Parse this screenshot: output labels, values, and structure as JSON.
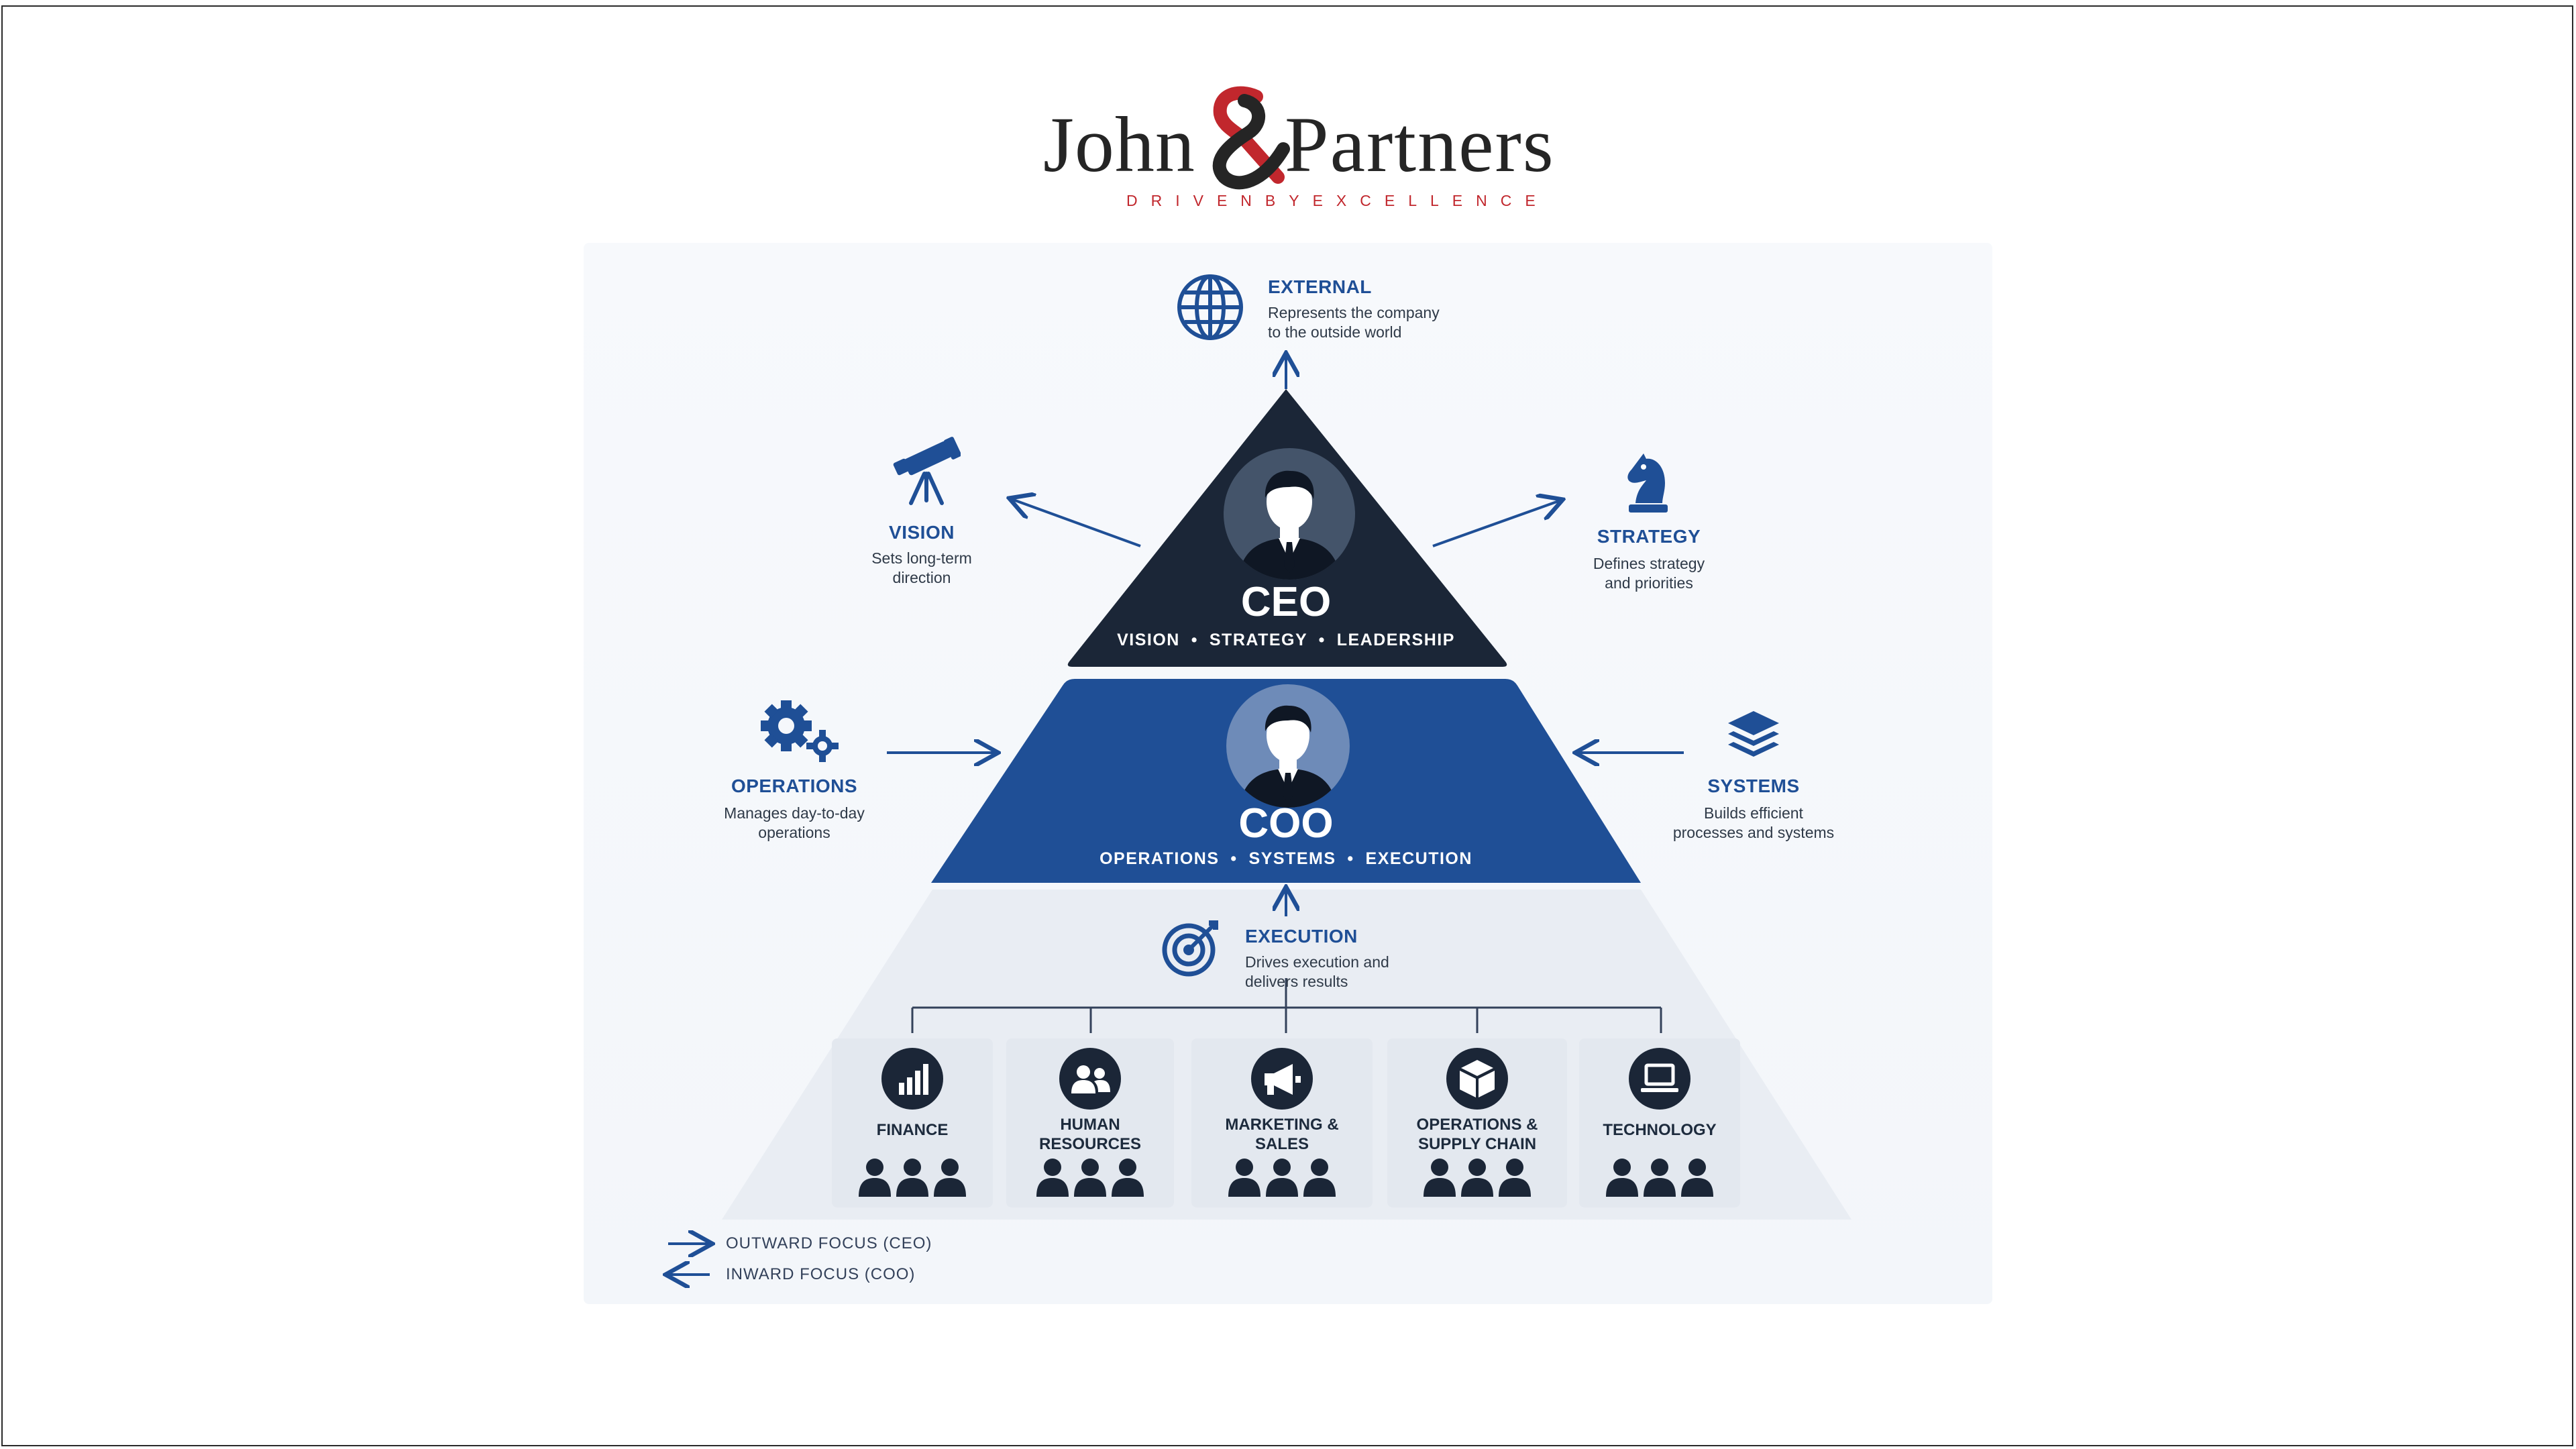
{
  "brand": {
    "name_left": "John",
    "name_right": "Partners",
    "tagline": "DRIVENBYEXCELLENCE",
    "colors": {
      "text": "#252525",
      "ampersand": "#c1272d"
    }
  },
  "colors": {
    "navy": "#1b2637",
    "blue": "#1f4f96",
    "pale": "#e3e8ef"
  },
  "external": {
    "icon": "globe-icon",
    "title": "EXTERNAL",
    "desc_line1": "Represents the company",
    "desc_line2": "to the outside world"
  },
  "vision": {
    "icon": "telescope-icon",
    "title": "VISION",
    "desc_line1": "Sets long-term",
    "desc_line2": "direction"
  },
  "strategy": {
    "icon": "chess-knight-icon",
    "title": "STRATEGY",
    "desc_line1": "Defines strategy",
    "desc_line2": "and priorities"
  },
  "operations": {
    "icon": "gears-icon",
    "title": "OPERATIONS",
    "desc_line1": "Manages day-to-day",
    "desc_line2": "operations"
  },
  "systems": {
    "icon": "layers-icon",
    "title": "SYSTEMS",
    "desc_line1": "Builds efficient",
    "desc_line2": "processes and systems"
  },
  "execution": {
    "icon": "target-icon",
    "title": "EXECUTION",
    "desc_line1": "Drives execution and",
    "desc_line2": "delivers results"
  },
  "ceo": {
    "title": "CEO",
    "subtitle": "VISION  •  STRATEGY  •  LEADERSHIP"
  },
  "coo": {
    "title": "COO",
    "subtitle": "OPERATIONS  •  SYSTEMS  •  EXECUTION"
  },
  "departments": [
    {
      "icon": "bar-chart-icon",
      "line1": "FINANCE",
      "line2": ""
    },
    {
      "icon": "people-icon",
      "line1": "HUMAN",
      "line2": "RESOURCES"
    },
    {
      "icon": "megaphone-icon",
      "line1": "MARKETING &",
      "line2": "SALES"
    },
    {
      "icon": "box-icon",
      "line1": "OPERATIONS &",
      "line2": "SUPPLY CHAIN"
    },
    {
      "icon": "laptop-icon",
      "line1": "TECHNOLOGY",
      "line2": ""
    }
  ],
  "legend": {
    "outward": "OUTWARD FOCUS (CEO)",
    "inward": "INWARD FOCUS (COO)"
  }
}
